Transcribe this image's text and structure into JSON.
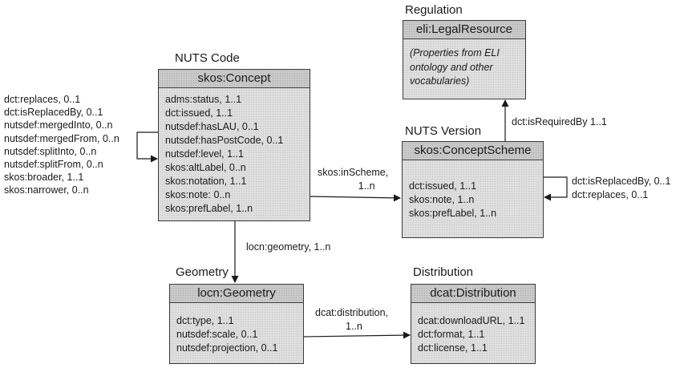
{
  "group_labels": {
    "regulation": "Regulation",
    "nuts_code": "NUTS Code",
    "nuts_version": "NUTS Version",
    "geometry": "Geometry",
    "distribution": "Distribution"
  },
  "boxes": {
    "legal_resource": {
      "title": "eli:LegalResource",
      "lines": [
        "(Properties from ELI",
        "ontology and other",
        "vocabularies)"
      ]
    },
    "concept": {
      "title": "skos:Concept",
      "lines": [
        "adms:status, 1..1",
        "dct:issued, 1..1",
        "nutsdef:hasLAU, 0..1",
        "nutsdef:hasPostCode, 0..1",
        "nutsdef:level, 1..1",
        "skos:altLabel, 0..n",
        "skos:notation, 1..1",
        "skos:note: 0..n",
        "skos:prefLabel, 1..n"
      ]
    },
    "concept_scheme": {
      "title": "skos:ConceptScheme",
      "lines": [
        "dct:issued, 1..1",
        "skos:note, 1..n",
        "skos:prefLabel, 1..n"
      ]
    },
    "geometry": {
      "title": "locn:Geometry",
      "lines": [
        "dct:type, 1..1",
        "nutsdef:scale, 0..1",
        "nutsdef:projection, 0..1"
      ]
    },
    "distribution": {
      "title": "dcat:Distribution",
      "lines": [
        "dcat:downloadURL, 1..1",
        "dct:format, 1..1",
        "dct:license, 1..1"
      ]
    }
  },
  "self_relations": {
    "concept": [
      "dct:replaces, 0..1",
      "dct:isReplacedBy, 0..1",
      "nutsdef:mergedInto, 0..n",
      "nutsdef:mergedFrom, 0..n",
      "nutsdef:splitInto, 0..n",
      "nutsdef:splitFrom, 0..n",
      "skos:broader, 1..1",
      "skos:narrower, 0..n"
    ],
    "concept_scheme": [
      "dct:isReplacedBy, 0..1",
      "dct:replaces, 0..1"
    ]
  },
  "edges": {
    "in_scheme": [
      "skos:inScheme,",
      "1..n"
    ],
    "is_required_by": "dct:isRequiredBy 1..1",
    "geometry": "locn:geometry, 1..n",
    "distribution": [
      "dcat:distribution,",
      "1..n"
    ]
  },
  "colors": {
    "box_fill": "#dedede",
    "header_fill": "#c9c9c9",
    "line": "#1a1a1a"
  }
}
